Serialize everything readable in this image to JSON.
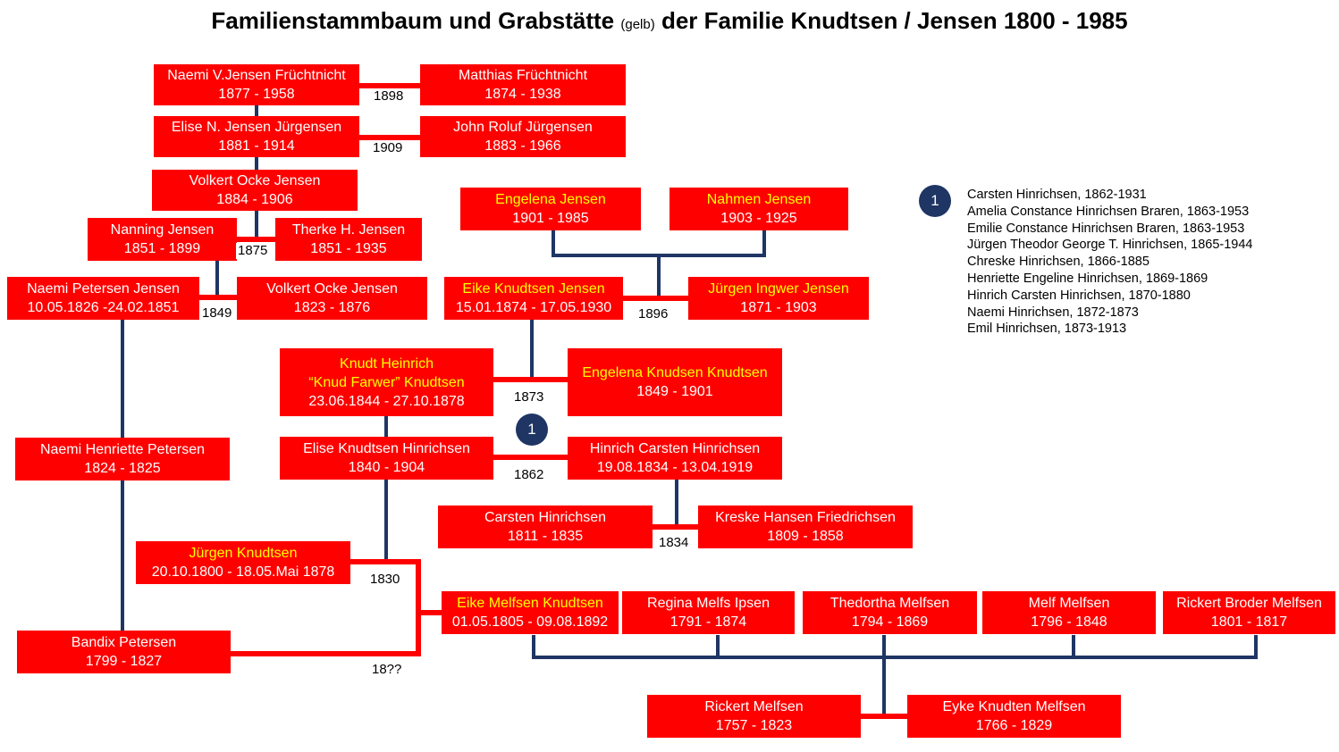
{
  "title": {
    "part1": "Familienstammbaum und Grabstätte ",
    "gelb": "(gelb)",
    "part2": " der Familie Knudtsen / Jensen 1800 - 1985"
  },
  "colors": {
    "box": "#fe0000",
    "grave_text": "#ffff00",
    "line_blue": "#1f3564",
    "line_red": "#fe0000"
  },
  "people": {
    "naemi_fruechtnicht": {
      "name": "Naemi V.Jensen Früchtnicht",
      "dates": "1877 - 1958"
    },
    "matthias": {
      "name": "Matthias Früchtnicht",
      "dates": "1874 - 1938"
    },
    "elise_juergensen": {
      "name": "Elise N. Jensen Jürgensen",
      "dates": "1881 - 1914"
    },
    "john": {
      "name": "John Roluf Jürgensen",
      "dates": "1883 - 1966"
    },
    "volkert_1884": {
      "name": "Volkert Ocke Jensen",
      "dates": "1884 - 1906"
    },
    "nanning": {
      "name": "Nanning Jensen",
      "dates": "1851 - 1899"
    },
    "therke": {
      "name": "Therke H. Jensen",
      "dates": "1851 - 1935"
    },
    "naemi_petersen_jensen": {
      "name": "Naemi Petersen Jensen",
      "dates": "10.05.1826 -24.02.1851"
    },
    "volkert_1823": {
      "name": "Volkert Ocke Jensen",
      "dates": "1823 - 1876"
    },
    "engelena_jensen": {
      "name": "Engelena Jensen",
      "dates": "1901 - 1985"
    },
    "nahmen": {
      "name": "Nahmen Jensen",
      "dates": "1903 - 1925"
    },
    "eike_jensen": {
      "name": "Eike Knudtsen Jensen",
      "dates": "15.01.1874 - 17.05.1930"
    },
    "juergen_ingwer": {
      "name": "Jürgen Ingwer Jensen",
      "dates": "1871 - 1903"
    },
    "knudt": {
      "name": "Knudt Heinrich",
      "nick": "“Knud Farwer” Knudtsen",
      "dates": "23.06.1844  -  27.10.1878"
    },
    "engelena_knudsen": {
      "name": "Engelena Knudsen Knudtsen",
      "dates": "1849 - 1901"
    },
    "naemi_henriette": {
      "name": "Naemi Henriette Petersen",
      "dates": "1824 - 1825"
    },
    "elise_hinrichsen": {
      "name": "Elise Knudtsen Hinrichsen",
      "dates": "1840 - 1904"
    },
    "hinrich_carsten": {
      "name": "Hinrich Carsten Hinrichsen",
      "dates": "19.08.1834  -  13.04.1919"
    },
    "carsten": {
      "name": "Carsten Hinrichsen",
      "dates": "1811 - 1835"
    },
    "kreske": {
      "name": "Kreske Hansen Friedrichsen",
      "dates": "1809 - 1858"
    },
    "juergen_knudtsen": {
      "name": "Jürgen Knudtsen",
      "dates": "20.10.1800 - 18.05.Mai 1878"
    },
    "eike_melfsen": {
      "name": "Eike Melfsen Knudtsen",
      "dates": "01.05.1805 - 09.08.1892"
    },
    "regina": {
      "name": "Regina Melfs Ipsen",
      "dates": "1791 - 1874"
    },
    "thedortha": {
      "name": "Thedortha Melfsen",
      "dates": "1794 - 1869"
    },
    "melf": {
      "name": "Melf Melfsen",
      "dates": "1796 - 1848"
    },
    "rickert_broder": {
      "name": "Rickert Broder Melfsen",
      "dates": "1801 - 1817"
    },
    "bandix": {
      "name": "Bandix Petersen",
      "dates": "1799 - 1827"
    },
    "rickert": {
      "name": "Rickert Melfsen",
      "dates": "1757 - 1823"
    },
    "eyke": {
      "name": "Eyke Knudten Melfsen",
      "dates": "1766 - 1829"
    }
  },
  "marriage_years": {
    "y1898": "1898",
    "y1909": "1909",
    "y1875": "1875",
    "y1849": "1849",
    "y1896": "1896",
    "y1873": "1873",
    "y1862": "1862",
    "y1834": "1834",
    "y1830": "1830",
    "y18qq": "18??"
  },
  "legend": {
    "badge": "1",
    "items": [
      "Carsten Hinrichsen, 1862-1931",
      "Amelia Constance Hinrichsen Braren, 1863-1953",
      "Emilie Constance Hinrichsen Braren, 1863-1953",
      "Jürgen Theodor George T. Hinrichsen, 1865-1944",
      "Chreske Hinrichsen, 1866-1885",
      "Henriette Engeline Hinrichsen, 1869-1869",
      "Hinrich Carsten Hinrichsen, 1870-1880",
      "Naemi Hinrichsen, 1872-1873",
      "Emil Hinrichsen, 1873-1913"
    ]
  }
}
